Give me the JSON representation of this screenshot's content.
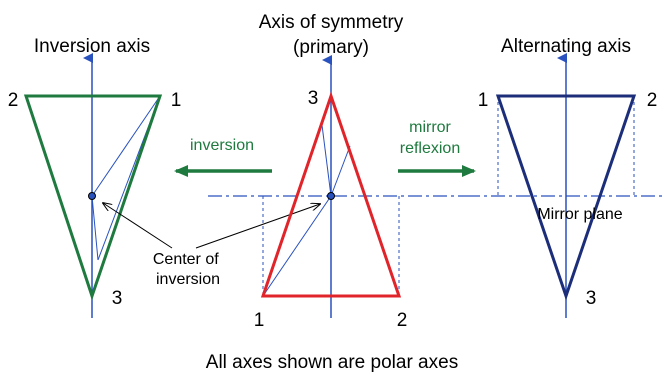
{
  "panels": {
    "left": {
      "title": "Inversion axis",
      "vertex_labels": [
        "2",
        "1",
        "3"
      ],
      "center_label": "Center of\ninversion"
    },
    "middle": {
      "title_line1": "Axis of symmetry",
      "title_line2": "(primary)",
      "vertex_labels": [
        "3",
        "1",
        "2"
      ]
    },
    "right": {
      "title": "Alternating axis",
      "vertex_labels": [
        "1",
        "2",
        "3"
      ],
      "plane_label": "Mirror plane"
    }
  },
  "arrows": {
    "inversion": "inversion",
    "mirror_line1": "mirror",
    "mirror_line2": "reflexion"
  },
  "footer": "All axes shown are polar axes",
  "colors": {
    "axis_blue": "#2a52be",
    "green": "#1e7a3e",
    "red": "#e0242a",
    "navy": "#1c2e7a",
    "text": "#000000"
  }
}
